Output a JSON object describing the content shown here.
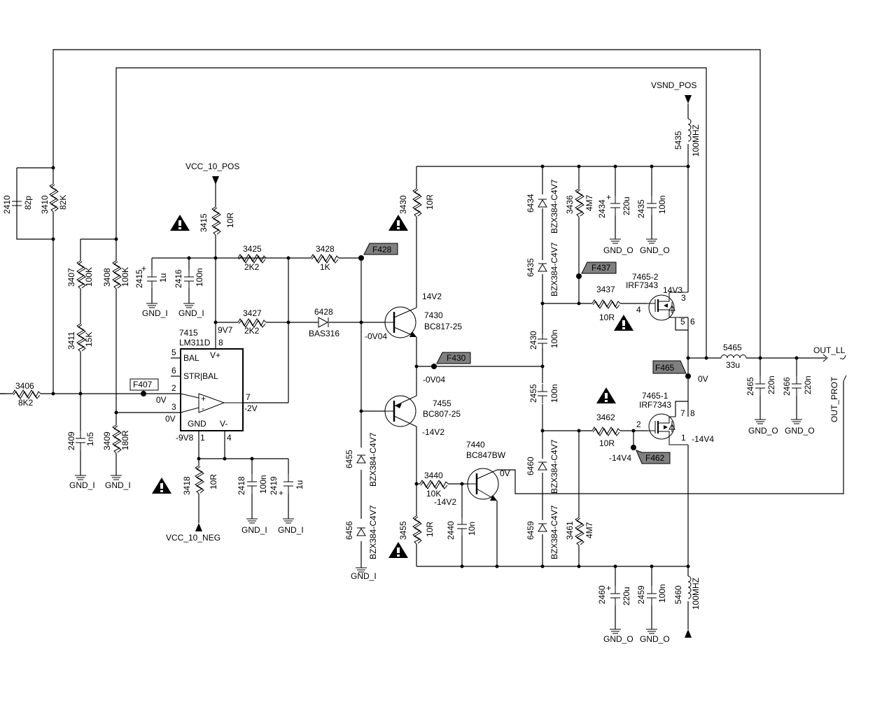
{
  "rails": {
    "vcc_pos": "VCC_10_POS",
    "vcc_neg": "VCC_10_NEG",
    "vsnd_pos": "VSND_POS",
    "out_ll": "OUT_LL",
    "out_prot": "OUT_PROT"
  },
  "grounds": {
    "gnd_i": "GND_I",
    "gnd_o": "GND_O"
  },
  "flags": {
    "f407": "F407",
    "f428": "F428",
    "f430": "F430",
    "f437": "F437",
    "f462": "F462",
    "f465": "F465"
  },
  "opamp": {
    "ref": "7415",
    "part": "LM311D",
    "pin_bal": "BAL",
    "pin_strbal": "STR|BAL",
    "pin_gnd": "GND",
    "pin_vplus": "V+",
    "pin_vminus": "V-",
    "plus": "+",
    "minus": "-",
    "n5": "5",
    "n6": "6",
    "n2": "2",
    "n3": "3",
    "n7": "7",
    "n8": "8",
    "n1": "1",
    "n4": "4"
  },
  "components": {
    "c2410": {
      "ref": "2410",
      "val": "82p"
    },
    "r3410": {
      "ref": "3410",
      "val": "82K"
    },
    "r3407": {
      "ref": "3407",
      "val": "100K"
    },
    "r3408": {
      "ref": "3408",
      "val": "100K"
    },
    "r3411": {
      "ref": "3411",
      "val": "15K"
    },
    "r3406": {
      "ref": "3406",
      "val": "8K2"
    },
    "c2409": {
      "ref": "2409",
      "val": "1n5"
    },
    "r3409": {
      "ref": "3409",
      "val": "180R"
    },
    "c2415": {
      "ref": "2415",
      "val": "1u"
    },
    "c2416": {
      "ref": "2416",
      "val": "100n"
    },
    "r3415": {
      "ref": "3415",
      "val": "10R"
    },
    "r3425": {
      "ref": "3425",
      "val": "2K2"
    },
    "r3427": {
      "ref": "3427",
      "val": "2K2"
    },
    "r3428": {
      "ref": "3428",
      "val": "1K"
    },
    "d6428": {
      "ref": "6428",
      "val": "BAS316"
    },
    "r3418": {
      "ref": "3418",
      "val": "10R"
    },
    "c2418": {
      "ref": "2418",
      "val": "100n"
    },
    "c2419": {
      "ref": "2419",
      "val": "1u"
    },
    "r3430": {
      "ref": "3430",
      "val": "10R"
    },
    "q7430": {
      "ref": "7430",
      "val": "BC817-25"
    },
    "q7455": {
      "ref": "7455",
      "val": "BC807-25"
    },
    "d6455": {
      "ref": "6455",
      "val": "BZX384-C4V7"
    },
    "d6456": {
      "ref": "6456",
      "val": "BZX384-C4V7"
    },
    "q7440": {
      "ref": "7440",
      "val": "BC847BW"
    },
    "r3440": {
      "ref": "3440",
      "val": "10K"
    },
    "c2440": {
      "ref": "2440",
      "val": "10n"
    },
    "r3455": {
      "ref": "3455",
      "val": "10R"
    },
    "d6434": {
      "ref": "6434",
      "val": "BZX384-C4V7"
    },
    "d6435": {
      "ref": "6435",
      "val": "BZX384-C4V7"
    },
    "r3436": {
      "ref": "3436",
      "val": "4M7"
    },
    "c2434": {
      "ref": "2434",
      "val": "220u"
    },
    "c2435": {
      "ref": "2435",
      "val": "100n"
    },
    "l5435": {
      "ref": "5435",
      "val": "100MHZ"
    },
    "r3437": {
      "ref": "3437",
      "val": "10R"
    },
    "m7465_2": {
      "ref": "7465-2",
      "val": "IRF7343"
    },
    "c2430": {
      "ref": "2430",
      "val": "100n"
    },
    "c2455": {
      "ref": "2455",
      "val": "100n"
    },
    "m7465_1": {
      "ref": "7465-1",
      "val": "IRF7343"
    },
    "r3462": {
      "ref": "3462",
      "val": "10R"
    },
    "d6460": {
      "ref": "6460",
      "val": "BZX384-C4V7"
    },
    "d6459": {
      "ref": "6459",
      "val": "BZX384-C4V7"
    },
    "r3461": {
      "ref": "3461",
      "val": "4M7"
    },
    "c2460": {
      "ref": "2460",
      "val": "220u"
    },
    "c2459": {
      "ref": "2459",
      "val": "100n"
    },
    "l5460": {
      "ref": "5460",
      "val": "100MHZ"
    },
    "l5465": {
      "ref": "5465",
      "val": "33u"
    },
    "c2465": {
      "ref": "2465",
      "val": "220n"
    },
    "c2466": {
      "ref": "2466",
      "val": "220n"
    }
  },
  "voltages": {
    "v_9v7": "9V7",
    "v_0v_a": "0V",
    "v_0v_b": "0V",
    "v_m2v": "-2V",
    "v_m9v8": "-9V8",
    "v_14v2": "14V2",
    "v_m0v04_a": "-0V04",
    "v_m0v04_b": "-0V04",
    "v_m14v2_a": "-14V2",
    "v_m14v2_b": "-14V2",
    "v_0v_c": "0V",
    "v_14v3": "14V3",
    "v_0v_d": "0V",
    "v_m14v4_a": "-14V4",
    "v_m14v4_b": "-14V4"
  },
  "pins": {
    "m2_4": "4",
    "m2_3": "3",
    "m2_5": "5",
    "m2_6": "6",
    "m1_2": "2",
    "m1_7": "7",
    "m1_8": "8",
    "m1_1": "1"
  },
  "warning_mark": "!"
}
